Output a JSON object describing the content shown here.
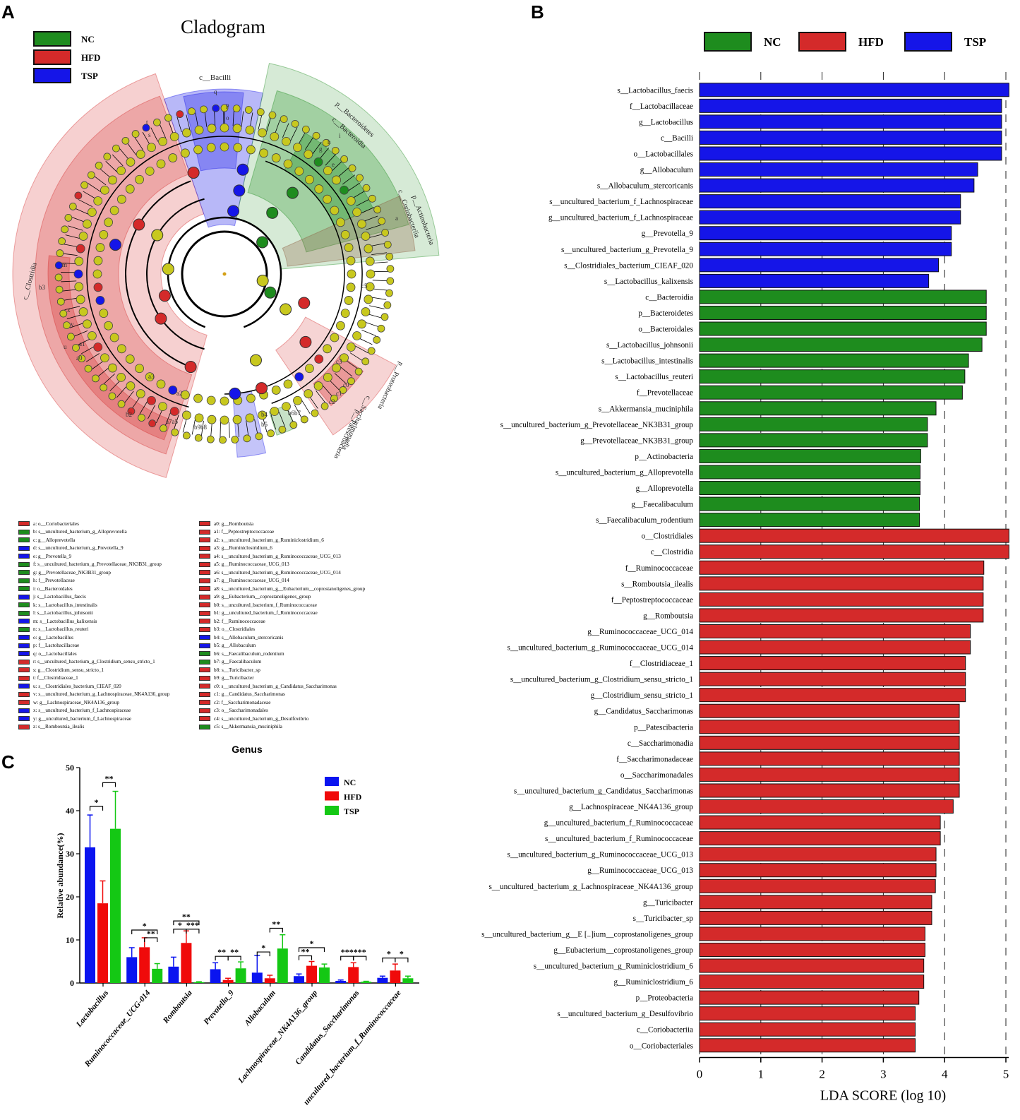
{
  "panels": {
    "a": "A",
    "b": "B",
    "c": "C"
  },
  "colors": {
    "NC": "#1e8c1e",
    "HFD": "#d42a2a",
    "TSP": "#1515e8",
    "C_NC": "#0a14f0",
    "C_HFD": "#f00a0a",
    "C_TSP": "#14c814",
    "node_default": "#c8c81e"
  },
  "cladogram": {
    "title": "Cladogram",
    "legend": [
      "NC",
      "HFD",
      "TSP"
    ],
    "sector_labels": [
      "c__Bacilli",
      "p__Bacteroidetes",
      "c__Bacteroidia",
      "p__Actinobacteria",
      "c__Coriobacteriia",
      "c__Clostridia",
      "p__Proteobacteria",
      "c__Saccharimonadia",
      "p__Patescibacteria"
    ],
    "letter_labels": [
      "q",
      "p",
      "o",
      "i",
      "h",
      "g",
      "e",
      "a",
      "b3",
      "t",
      "s",
      "m",
      "y",
      "x",
      "u",
      "a1",
      "a0",
      "a3",
      "a2",
      "b2",
      "a7a5",
      "b9b8",
      "b4",
      "b5",
      "b6b7",
      "c5",
      "c0",
      "c1",
      "c2",
      "c3"
    ],
    "taxa_legend": [
      {
        "code": "a",
        "name": "a: o__Coriobacteriales",
        "group": "HFD"
      },
      {
        "code": "b",
        "name": "b: s__uncultured_bacterium_g_Alloprevotella",
        "group": "NC"
      },
      {
        "code": "c",
        "name": "c: g__Alloprevotella",
        "group": "NC"
      },
      {
        "code": "d",
        "name": "d: s__uncultured_bacterium_g_Prevotella_9",
        "group": "TSP"
      },
      {
        "code": "e",
        "name": "e: g__Prevotella_9",
        "group": "TSP"
      },
      {
        "code": "f",
        "name": "f: s__uncultured_bacterium_g_Prevotellaceae_NK3B31_group",
        "group": "NC"
      },
      {
        "code": "g",
        "name": "g: g__Prevotellaceae_NK3B31_group",
        "group": "NC"
      },
      {
        "code": "h",
        "name": "h: f__Prevotellaceae",
        "group": "NC"
      },
      {
        "code": "i",
        "name": "i: o__Bacteroidales",
        "group": "NC"
      },
      {
        "code": "j",
        "name": "j: s__Lactobacillus_faecis",
        "group": "TSP"
      },
      {
        "code": "k",
        "name": "k: s__Lactobacillus_intestinalis",
        "group": "NC"
      },
      {
        "code": "l",
        "name": "l: s__Lactobacillus_johnsonii",
        "group": "NC"
      },
      {
        "code": "m",
        "name": "m: s__Lactobacillus_kalixensis",
        "group": "TSP"
      },
      {
        "code": "n",
        "name": "n: s__Lactobacillus_reuteri",
        "group": "NC"
      },
      {
        "code": "o",
        "name": "o: g__Lactobacillus",
        "group": "TSP"
      },
      {
        "code": "p",
        "name": "p: f__Lactobacillaceae",
        "group": "TSP"
      },
      {
        "code": "q",
        "name": "q: o__Lactobacillales",
        "group": "TSP"
      },
      {
        "code": "r",
        "name": "r: s__uncultured_bacterium_g_Clostridium_sensu_stricto_1",
        "group": "HFD"
      },
      {
        "code": "s",
        "name": "s: g__Clostridium_sensu_stricto_1",
        "group": "HFD"
      },
      {
        "code": "t",
        "name": "t: f__Clostridiaceae_1",
        "group": "HFD"
      },
      {
        "code": "u",
        "name": "u: s__Clostridiales_bacterium_CIEAF_020",
        "group": "TSP"
      },
      {
        "code": "v",
        "name": "v: s__uncultured_bacterium_g_Lachnospiraceae_NK4A136_group",
        "group": "HFD"
      },
      {
        "code": "w",
        "name": "w: g__Lachnospiraceae_NK4A136_group",
        "group": "HFD"
      },
      {
        "code": "x",
        "name": "x: s__uncultured_bacterium_f_Lachnospiraceae",
        "group": "TSP"
      },
      {
        "code": "y",
        "name": "y: g__uncultured_bacterium_f_Lachnospiraceae",
        "group": "TSP"
      },
      {
        "code": "z",
        "name": "z: s__Romboutsia_ilealis",
        "group": "HFD"
      },
      {
        "code": "a0",
        "name": "a0: g__Romboutsia",
        "group": "HFD"
      },
      {
        "code": "a1",
        "name": "a1: f__Peptostreptococcaceae",
        "group": "HFD"
      },
      {
        "code": "a2",
        "name": "a2: s__uncultured_bacterium_g_Ruminiclostridium_6",
        "group": "HFD"
      },
      {
        "code": "a3",
        "name": "a3: g__Ruminiclostridium_6",
        "group": "HFD"
      },
      {
        "code": "a4",
        "name": "a4: s__uncultured_bacterium_g_Ruminococcaceae_UCG_013",
        "group": "HFD"
      },
      {
        "code": "a5",
        "name": "a5: g__Ruminococcaceae_UCG_013",
        "group": "HFD"
      },
      {
        "code": "a6",
        "name": "a6: s__uncultured_bacterium_g_Ruminococcaceae_UCG_014",
        "group": "HFD"
      },
      {
        "code": "a7",
        "name": "a7: g__Ruminococcaceae_UCG_014",
        "group": "HFD"
      },
      {
        "code": "a8",
        "name": "a8: s__uncultured_bacterium_g__Eubacterium__coprostanoligenes_group",
        "group": "HFD"
      },
      {
        "code": "a9",
        "name": "a9: g__Eubacterium__coprostanoligenes_group",
        "group": "HFD"
      },
      {
        "code": "b0",
        "name": "b0: s__uncultured_bacterium_f_Ruminococcaceae",
        "group": "HFD"
      },
      {
        "code": "b1",
        "name": "b1: g__uncultured_bacterium_f_Ruminococcaceae",
        "group": "HFD"
      },
      {
        "code": "b2",
        "name": "b2: f__Ruminococcaceae",
        "group": "HFD"
      },
      {
        "code": "b3",
        "name": "b3: o__Clostridiales",
        "group": "HFD"
      },
      {
        "code": "b4",
        "name": "b4: s__Allobaculum_stercoricanis",
        "group": "TSP"
      },
      {
        "code": "b5",
        "name": "b5: g__Allobaculum",
        "group": "TSP"
      },
      {
        "code": "b6",
        "name": "b6: s__Faecalibaculum_rodentium",
        "group": "NC"
      },
      {
        "code": "b7",
        "name": "b7: g__Faecalibaculum",
        "group": "NC"
      },
      {
        "code": "b8",
        "name": "b8: s__Turicibacter_sp",
        "group": "HFD"
      },
      {
        "code": "b9",
        "name": "b9: g__Turicibacter",
        "group": "HFD"
      },
      {
        "code": "c0",
        "name": "c0: s__uncultured_bacterium_g_Candidatus_Saccharimonas",
        "group": "HFD"
      },
      {
        "code": "c1",
        "name": "c1: g__Candidatus_Saccharimonas",
        "group": "HFD"
      },
      {
        "code": "c2",
        "name": "c2: f__Saccharimonadaceae",
        "group": "HFD"
      },
      {
        "code": "c3",
        "name": "c3: o__Saccharimonadales",
        "group": "HFD"
      },
      {
        "code": "c4",
        "name": "c4: s__uncultured_bacterium_g_Desulfovibrio",
        "group": "HFD"
      },
      {
        "code": "c5",
        "name": "c5: s__Akkermansia_muciniphila",
        "group": "NC"
      }
    ]
  },
  "chart_data": [
    {
      "type": "bar",
      "orientation": "horizontal",
      "legend": [
        "NC",
        "HFD",
        "TSP"
      ],
      "xlabel": "LDA SCORE (log 10)",
      "xlim": [
        0,
        5
      ],
      "xticks": [
        0,
        1,
        2,
        3,
        4,
        5
      ],
      "grid": "dashed vertical",
      "bars": [
        {
          "label": "s__Lactobacillus_faecis",
          "value": 5.05,
          "group": "TSP"
        },
        {
          "label": "f__Lactobacillaceae",
          "value": 4.93,
          "group": "TSP"
        },
        {
          "label": "g__Lactobacillus",
          "value": 4.93,
          "group": "TSP"
        },
        {
          "label": "c__Bacilli",
          "value": 4.93,
          "group": "TSP"
        },
        {
          "label": "o__Lactobacillales",
          "value": 4.93,
          "group": "TSP"
        },
        {
          "label": "g__Allobaculum",
          "value": 4.54,
          "group": "TSP"
        },
        {
          "label": "s__Allobaculum_stercoricanis",
          "value": 4.48,
          "group": "TSP"
        },
        {
          "label": "s__uncultured_bacterium_f_Lachnospiraceae",
          "value": 4.26,
          "group": "TSP"
        },
        {
          "label": "g__uncultured_bacterium_f_Lachnospiraceae",
          "value": 4.26,
          "group": "TSP"
        },
        {
          "label": "g__Prevotella_9",
          "value": 4.11,
          "group": "TSP"
        },
        {
          "label": "s__uncultured_bacterium_g_Prevotella_9",
          "value": 4.11,
          "group": "TSP"
        },
        {
          "label": "s__Clostridiales_bacterium_CIEAF_020",
          "value": 3.9,
          "group": "TSP"
        },
        {
          "label": "s__Lactobacillus_kalixensis",
          "value": 3.74,
          "group": "TSP"
        },
        {
          "label": "c__Bacteroidia",
          "value": 4.68,
          "group": "NC"
        },
        {
          "label": "p__Bacteroidetes",
          "value": 4.68,
          "group": "NC"
        },
        {
          "label": "o__Bacteroidales",
          "value": 4.68,
          "group": "NC"
        },
        {
          "label": "s__Lactobacillus_johnsonii",
          "value": 4.61,
          "group": "NC"
        },
        {
          "label": "s__Lactobacillus_intestinalis",
          "value": 4.39,
          "group": "NC"
        },
        {
          "label": "s__Lactobacillus_reuteri",
          "value": 4.33,
          "group": "NC"
        },
        {
          "label": "f__Prevotellaceae",
          "value": 4.29,
          "group": "NC"
        },
        {
          "label": "s__Akkermansia_muciniphila",
          "value": 3.86,
          "group": "NC"
        },
        {
          "label": "s__uncultured_bacterium_g_Prevotellaceae_NK3B31_group",
          "value": 3.72,
          "group": "NC"
        },
        {
          "label": "g__Prevotellaceae_NK3B31_group",
          "value": 3.72,
          "group": "NC"
        },
        {
          "label": "p__Actinobacteria",
          "value": 3.61,
          "group": "NC"
        },
        {
          "label": "s__uncultured_bacterium_g_Alloprevotella",
          "value": 3.6,
          "group": "NC"
        },
        {
          "label": "g__Alloprevotella",
          "value": 3.6,
          "group": "NC"
        },
        {
          "label": "g__Faecalibaculum",
          "value": 3.59,
          "group": "NC"
        },
        {
          "label": "s__Faecalibaculum_rodentium",
          "value": 3.59,
          "group": "NC"
        },
        {
          "label": "o__Clostridiales",
          "value": 5.05,
          "group": "HFD"
        },
        {
          "label": "c__Clostridia",
          "value": 5.05,
          "group": "HFD"
        },
        {
          "label": "f__Ruminococcaceae",
          "value": 4.64,
          "group": "HFD"
        },
        {
          "label": "s__Romboutsia_ilealis",
          "value": 4.63,
          "group": "HFD"
        },
        {
          "label": "f__Peptostreptococcaceae",
          "value": 4.63,
          "group": "HFD"
        },
        {
          "label": "g__Romboutsia",
          "value": 4.63,
          "group": "HFD"
        },
        {
          "label": "g__Ruminococcaceae_UCG_014",
          "value": 4.42,
          "group": "HFD"
        },
        {
          "label": "s__uncultured_bacterium_g_Ruminococcaceae_UCG_014",
          "value": 4.42,
          "group": "HFD"
        },
        {
          "label": "f__Clostridiaceae_1",
          "value": 4.34,
          "group": "HFD"
        },
        {
          "label": "s__uncultured_bacterium_g_Clostridium_sensu_stricto_1",
          "value": 4.34,
          "group": "HFD"
        },
        {
          "label": "g__Clostridium_sensu_stricto_1",
          "value": 4.34,
          "group": "HFD"
        },
        {
          "label": "g__Candidatus_Saccharimonas",
          "value": 4.24,
          "group": "HFD"
        },
        {
          "label": "p__Patescibacteria",
          "value": 4.24,
          "group": "HFD"
        },
        {
          "label": "c__Saccharimonadia",
          "value": 4.24,
          "group": "HFD"
        },
        {
          "label": "f__Saccharimonadaceae",
          "value": 4.24,
          "group": "HFD"
        },
        {
          "label": "o__Saccharimonadales",
          "value": 4.24,
          "group": "HFD"
        },
        {
          "label": "s__uncultured_bacterium_g_Candidatus_Saccharimonas",
          "value": 4.24,
          "group": "HFD"
        },
        {
          "label": "g__Lachnospiraceae_NK4A136_group",
          "value": 4.14,
          "group": "HFD"
        },
        {
          "label": "g__uncultured_bacterium_f_Ruminococcaceae",
          "value": 3.93,
          "group": "HFD"
        },
        {
          "label": "s__uncultured_bacterium_f_Ruminococcaceae",
          "value": 3.93,
          "group": "HFD"
        },
        {
          "label": "s__uncultured_bacterium_g_Ruminococcaceae_UCG_013",
          "value": 3.86,
          "group": "HFD"
        },
        {
          "label": "g__Ruminococcaceae_UCG_013",
          "value": 3.86,
          "group": "HFD"
        },
        {
          "label": "s__uncultured_bacterium_g_Lachnospiraceae_NK4A136_group",
          "value": 3.85,
          "group": "HFD"
        },
        {
          "label": "g__Turicibacter",
          "value": 3.79,
          "group": "HFD"
        },
        {
          "label": "s__Turicibacter_sp",
          "value": 3.79,
          "group": "HFD"
        },
        {
          "label": "s__uncultured_bacterium_g__E [..]ium__coprostanoligenes_group",
          "value": 3.68,
          "group": "HFD"
        },
        {
          "label": "g__Eubacterium__coprostanoligenes_group",
          "value": 3.68,
          "group": "HFD"
        },
        {
          "label": "s__uncultured_bacterium_g_Ruminiclostridium_6",
          "value": 3.66,
          "group": "HFD"
        },
        {
          "label": "g__Ruminiclostridium_6",
          "value": 3.66,
          "group": "HFD"
        },
        {
          "label": "p__Proteobacteria",
          "value": 3.58,
          "group": "HFD"
        },
        {
          "label": "s__uncultured_bacterium_g_Desulfovibrio",
          "value": 3.52,
          "group": "HFD"
        },
        {
          "label": "c__Coriobacteriia",
          "value": 3.52,
          "group": "HFD"
        },
        {
          "label": "o__Coriobacteriales",
          "value": 3.52,
          "group": "HFD"
        }
      ]
    },
    {
      "type": "bar",
      "title": "Genus",
      "ylabel": "Relative abundance(%)",
      "ylim": [
        0,
        50
      ],
      "yticks": [
        0,
        10,
        20,
        30,
        40,
        50
      ],
      "categories": [
        "Lactobacillus",
        "Ruminococcaceae_UCG-014",
        "Romboutsia",
        "Prevotella_9",
        "Allobaculum",
        "Lachnospiraceae_NK4A136_group",
        "Candidatus_Saccharimonas",
        "uncultured_bacterium_f_Ruminococcaceae"
      ],
      "series": [
        {
          "name": "NC",
          "values": [
            31.5,
            6.0,
            3.8,
            3.2,
            2.4,
            1.6,
            0.5,
            1.2
          ],
          "errors": [
            7.5,
            2.2,
            2.2,
            1.5,
            4.0,
            0.5,
            0.2,
            0.4
          ]
        },
        {
          "name": "HFD",
          "values": [
            18.5,
            8.3,
            9.3,
            0.7,
            1.1,
            4.0,
            3.7,
            2.9
          ],
          "errors": [
            5.2,
            2.2,
            2.8,
            0.4,
            0.7,
            1.0,
            1.0,
            1.5
          ]
        },
        {
          "name": "TSP",
          "values": [
            35.8,
            3.3,
            0.2,
            3.4,
            8.0,
            3.6,
            0.3,
            1.1
          ],
          "errors": [
            8.7,
            1.2,
            0.1,
            1.5,
            3.2,
            0.8,
            0.1,
            0.5
          ]
        }
      ],
      "significance": [
        {
          "category": 0,
          "pair": [
            "NC",
            "HFD"
          ],
          "label": "*",
          "level": 41
        },
        {
          "category": 0,
          "pair": [
            "HFD",
            "TSP"
          ],
          "label": "**",
          "level": 46.5
        },
        {
          "category": 1,
          "pair": [
            "NC",
            "TSP"
          ],
          "label": "*",
          "level": 12.3
        },
        {
          "category": 1,
          "pair": [
            "HFD",
            "TSP"
          ],
          "label": "**",
          "level": 10.5
        },
        {
          "category": 2,
          "pair": [
            "NC",
            "TSP"
          ],
          "label": "**",
          "level": 14.4
        },
        {
          "category": 2,
          "pair": [
            "NC",
            "HFD"
          ],
          "label": "*",
          "level": 12.5
        },
        {
          "category": 2,
          "pair": [
            "HFD",
            "TSP"
          ],
          "label": "***",
          "level": 12.5
        },
        {
          "category": 3,
          "pair": [
            "NC",
            "HFD"
          ],
          "label": "**",
          "level": 6.2
        },
        {
          "category": 3,
          "pair": [
            "HFD",
            "TSP"
          ],
          "label": "**",
          "level": 6.2
        },
        {
          "category": 4,
          "pair": [
            "NC",
            "HFD"
          ],
          "label": "*",
          "level": 7.2
        },
        {
          "category": 4,
          "pair": [
            "HFD",
            "TSP"
          ],
          "label": "**",
          "level": 12.7
        },
        {
          "category": 5,
          "pair": [
            "NC",
            "TSP"
          ],
          "label": "*",
          "level": 8.2
        },
        {
          "category": 5,
          "pair": [
            "NC",
            "HFD"
          ],
          "label": "**",
          "level": 6.3
        },
        {
          "category": 6,
          "pair": [
            "NC",
            "HFD"
          ],
          "label": "***",
          "level": 6.2
        },
        {
          "category": 6,
          "pair": [
            "HFD",
            "TSP"
          ],
          "label": "***",
          "level": 6.2
        },
        {
          "category": 7,
          "pair": [
            "NC",
            "HFD"
          ],
          "label": "*",
          "level": 5.8
        },
        {
          "category": 7,
          "pair": [
            "HFD",
            "TSP"
          ],
          "label": "*",
          "level": 5.8
        }
      ]
    }
  ]
}
